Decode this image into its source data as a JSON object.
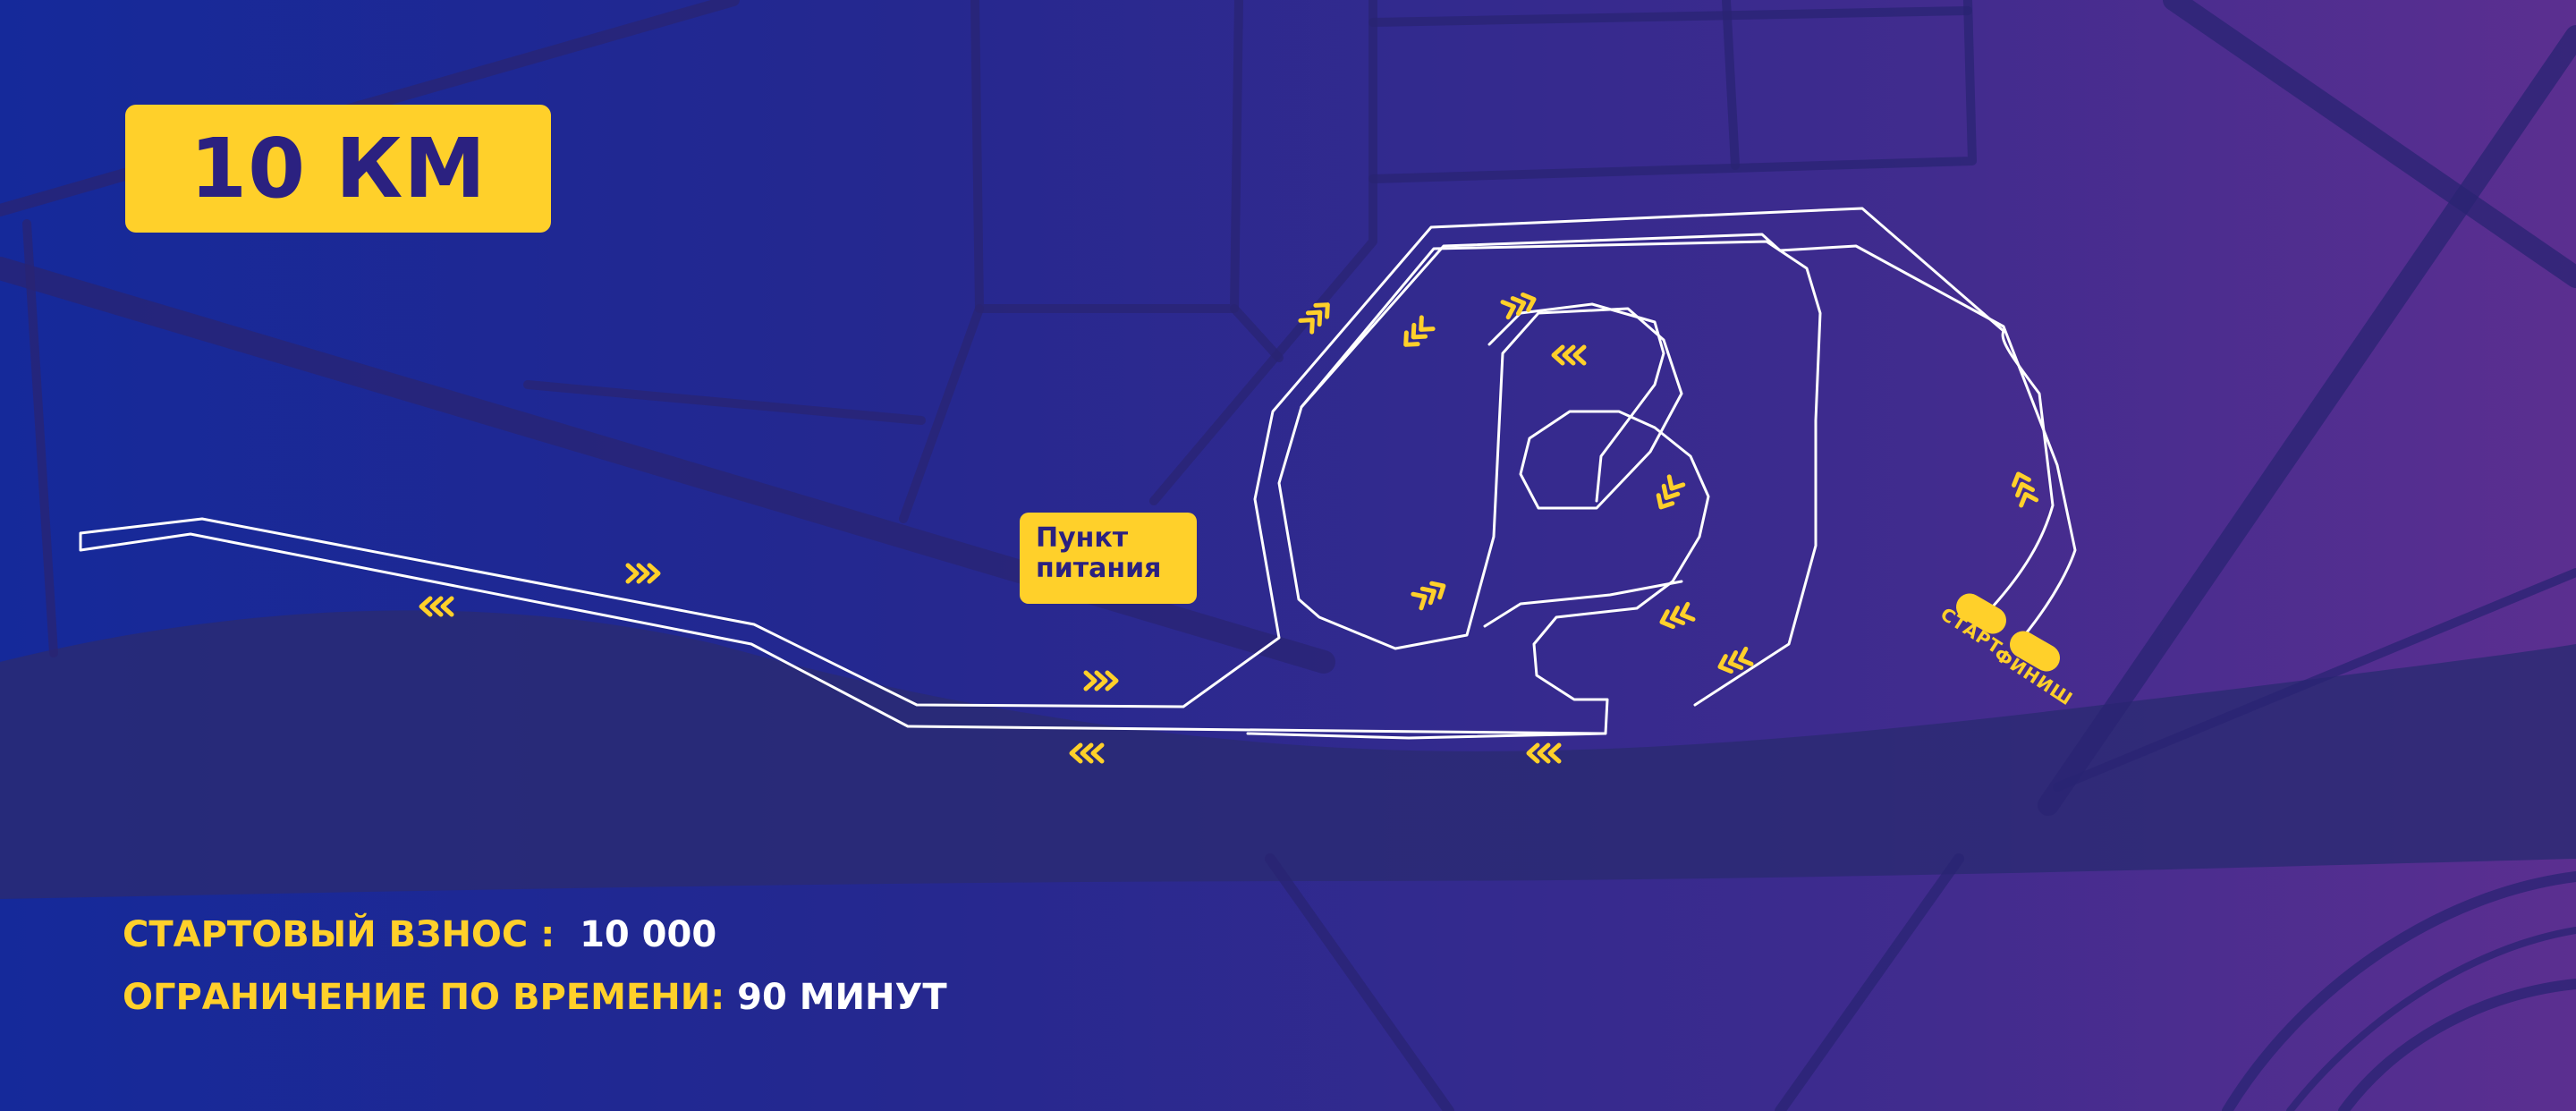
{
  "distance": {
    "label": "10 КМ"
  },
  "food_point": {
    "line1": "Пункт",
    "line2": "питания"
  },
  "start_label": "СТАРТ",
  "finish_label": "ФИНИШ",
  "fee": {
    "label": "СТАРТОВЫЙ ВЗНОС :",
    "value": "10 000"
  },
  "time_limit": {
    "label": "ОГРАНИЧЕНИЕ ПО ВРЕМЕНИ:",
    "value": "90 МИНУТ"
  },
  "colors": {
    "accent": "#ffd02a",
    "text_dark": "#2b2180",
    "background_left": "#15299a",
    "background_right": "#5b2f90",
    "route": "#ffffff"
  },
  "icons": {
    "direction_marker": "chevron-arrows-icon",
    "start_marker": "start-marker-icon",
    "finish_marker": "finish-marker-icon"
  }
}
